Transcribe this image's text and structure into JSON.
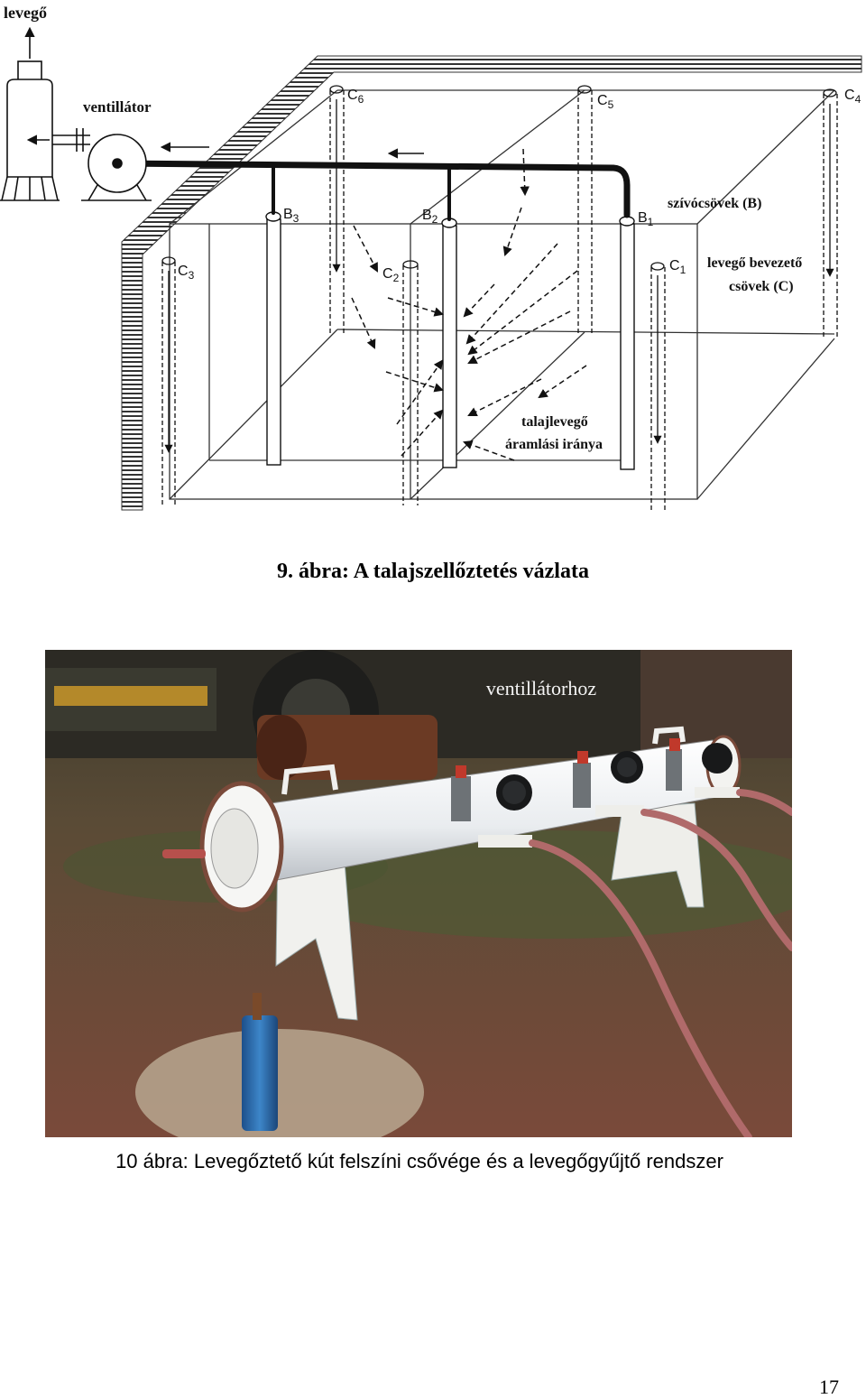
{
  "figure9": {
    "labels": {
      "air_out": "levegő",
      "fan": "ventillátor",
      "suction": "szívócsövek (B)",
      "inlet_line1": "levegő bevezető",
      "inlet_line2": "csövek (C)",
      "flow_line1": "talajlevegő",
      "flow_line2": "áramlási iránya"
    },
    "pipes": {
      "B1": {
        "letter": "B",
        "index": "1"
      },
      "B2": {
        "letter": "B",
        "index": "2"
      },
      "B3": {
        "letter": "B",
        "index": "3"
      },
      "C1": {
        "letter": "C",
        "index": "1"
      },
      "C2": {
        "letter": "C",
        "index": "2"
      },
      "C3": {
        "letter": "C",
        "index": "3"
      },
      "C4": {
        "letter": "C",
        "index": "4"
      },
      "C5": {
        "letter": "C",
        "index": "5"
      },
      "C6": {
        "letter": "C",
        "index": "6"
      }
    },
    "caption": "9. ábra: A talajszellőztetés vázlata"
  },
  "figure10": {
    "photo_label": "ventillátorhoz",
    "caption": "10 ábra: Levegőztető kút felszíni csővége és a levegőgyűjtő rendszer"
  },
  "page_number": "17"
}
